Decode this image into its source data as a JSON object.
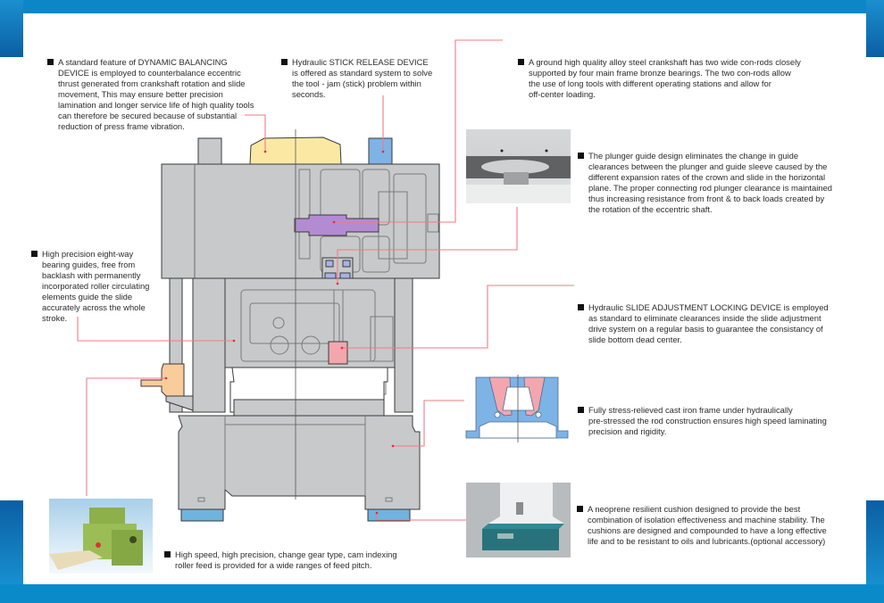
{
  "page": {
    "accent_blue": "#0d86c8",
    "callout_line_color": "#f07a86"
  },
  "notes": [
    {
      "id": "dynamic-balancing",
      "text": "A standard feature of  DYNAMIC BALANCING\nDEVICE is employed to counterbalance eccentric\nthrust generated from  crankshaft rotation and slide\nmovement, This may ensure better precision\nlamination and longer service life of high quality tools\ncan therefore be secured because of  substantial\nreduction of press frame vibration."
    },
    {
      "id": "stick-release",
      "text": "Hydraulic STICK RELEASE  DEVICE\nis offered as standard system  to solve\nthe tool - jam (stick) problem within\nseconds."
    },
    {
      "id": "crankshaft",
      "text": "A ground high quality alloy steel crankshaft has two wide con-rods closely\nsupported by four main frame bronze bearings. The two con-rods allow\nthe use of long tools with different operating stations and allow for\noff-center loading."
    },
    {
      "id": "plunger-guide",
      "text": "The plunger guide design eliminates the change in guide\nclearances between the plunger and guide sleeve caused by the\ndifferent expansion rates of the crown and slide in the horizontal\nplane. The proper connecting rod plunger clearance is maintained\nthus  increasing resistance from front & to back loads created by\nthe rotation of the eccentric shaft."
    },
    {
      "id": "bearing-guides",
      "text": "High precision eight-way\nbearing guides, free from\nbacklash with permanently\nincorporated roller circulating\nelements guide the slide\naccurately across the whole\nstroke."
    },
    {
      "id": "slide-adjustment",
      "text": "Hydraulic SLIDE ADJUSTMENT LOCKING DEVICE is employed\nas standard to eliminate clearances inside the slide adjustment\ndrive system on a regular basis to guarantee the consistancy of\nslide bottom dead center."
    },
    {
      "id": "cast-iron-frame",
      "text": "Fully stress-relieved cast iron frame under hydraulically\npre-stressed the rod construction ensures high speed laminating\nprecision and rigidity."
    },
    {
      "id": "neoprene-cushion",
      "text": "A neoprene resilient cushion designed to provide the  best\ncombination of isolation effectiveness and  machine stability. The\ncushions are designed and  compounded to have a long effective\nlife and to be resistant to oils and lubricants.(optional accessory)"
    },
    {
      "id": "roller-feed",
      "text": "High speed, high precision, change gear type, cam indexing\nroller feed is provided for a wide ranges of feed pitch."
    }
  ],
  "images": {
    "plunger_photo": "plunger-guide-photo",
    "cushion_photo": "neoprene-cushion-photo",
    "feeder_photo": "roller-feeder-photo",
    "machine_diagram": "press-cross-section-diagram"
  }
}
